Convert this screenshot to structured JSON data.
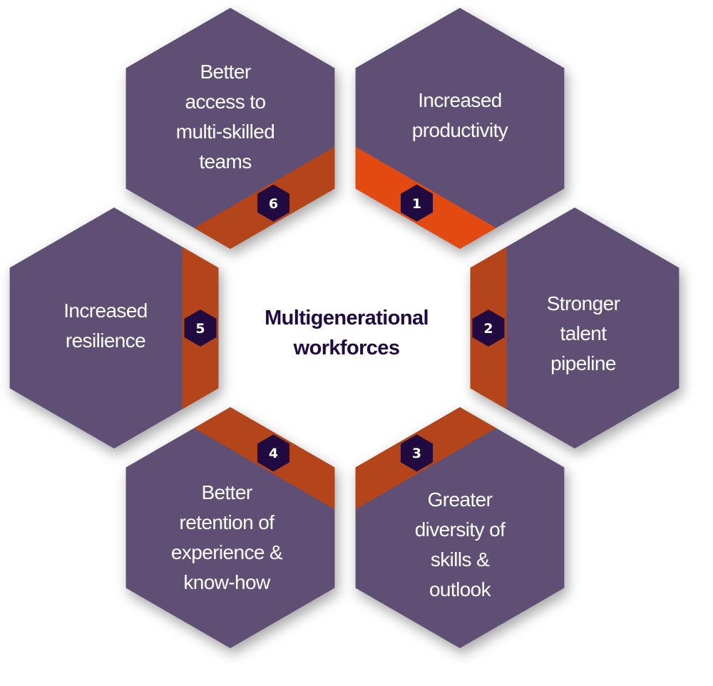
{
  "title": [
    "Multigenerational",
    "workforces"
  ],
  "colors": {
    "hexagon": "#614f75",
    "band": "#b4441a",
    "band_highlight": "#e34a12",
    "badge": "#200a3f",
    "title": "#200a3f"
  },
  "items": [
    {
      "number": "1",
      "lines": [
        "Increased",
        "productivity"
      ],
      "highlight": true
    },
    {
      "number": "2",
      "lines": [
        "Stronger",
        "talent",
        "pipeline"
      ],
      "highlight": false
    },
    {
      "number": "3",
      "lines": [
        "Greater",
        "diversity of",
        "skills &",
        "outlook"
      ],
      "highlight": false
    },
    {
      "number": "4",
      "lines": [
        "Better",
        "retention of",
        "experience &",
        "know-how"
      ],
      "highlight": false
    },
    {
      "number": "5",
      "lines": [
        "Increased",
        "resilience"
      ],
      "highlight": false
    },
    {
      "number": "6",
      "lines": [
        "Better",
        "access to",
        "multi-skilled",
        "teams"
      ],
      "highlight": false
    }
  ]
}
